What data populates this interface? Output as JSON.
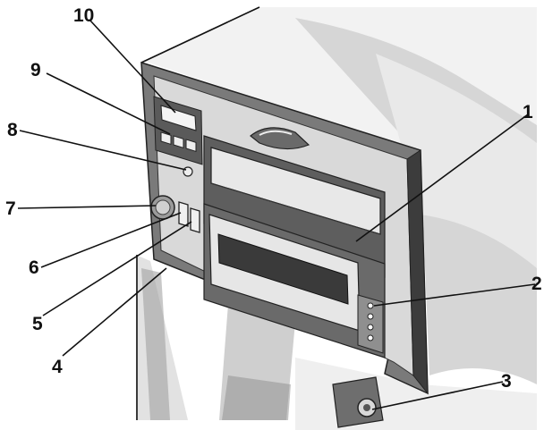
{
  "callouts": [
    {
      "id": "1",
      "label": "1"
    },
    {
      "id": "2",
      "label": "2"
    },
    {
      "id": "3",
      "label": "3"
    },
    {
      "id": "4",
      "label": "4"
    },
    {
      "id": "5",
      "label": "5"
    },
    {
      "id": "6",
      "label": "6"
    },
    {
      "id": "7",
      "label": "7"
    },
    {
      "id": "8",
      "label": "8"
    },
    {
      "id": "9",
      "label": "9"
    },
    {
      "id": "10",
      "label": "10"
    }
  ],
  "colors": {
    "line": "#111111",
    "bezel": "#777777",
    "panel": "#dcdcdc",
    "panel_dark": "#4a4a4a",
    "shade": "#bdbdbd",
    "background": "#ffffff"
  },
  "icons": [
    "power-button-icon",
    "usb-port-icon",
    "lock-keyhole-icon",
    "status-led-icon"
  ]
}
